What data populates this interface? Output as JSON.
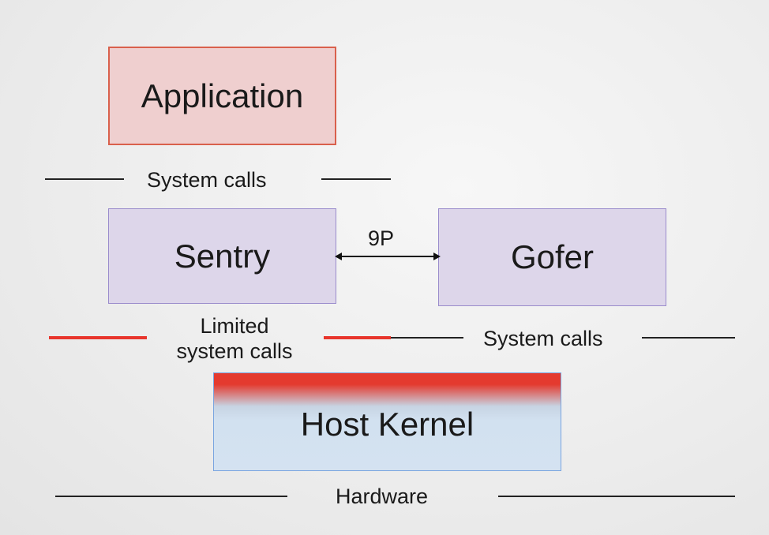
{
  "boxes": {
    "application": "Application",
    "sentry": "Sentry",
    "gofer": "Gofer",
    "host_kernel": "Host Kernel"
  },
  "labels": {
    "app_system_calls": "System calls",
    "protocol": "9P",
    "limited_line1": "Limited",
    "limited_line2": "system calls",
    "gofer_system_calls": "System calls",
    "hardware": "Hardware"
  },
  "colors": {
    "application_fill": "#efcfcf",
    "application_border": "#d9604c",
    "sandbox_fill": "#ddd6ea",
    "kernel_fill": "#d4e2f1",
    "restricted_red": "#e8352c"
  }
}
